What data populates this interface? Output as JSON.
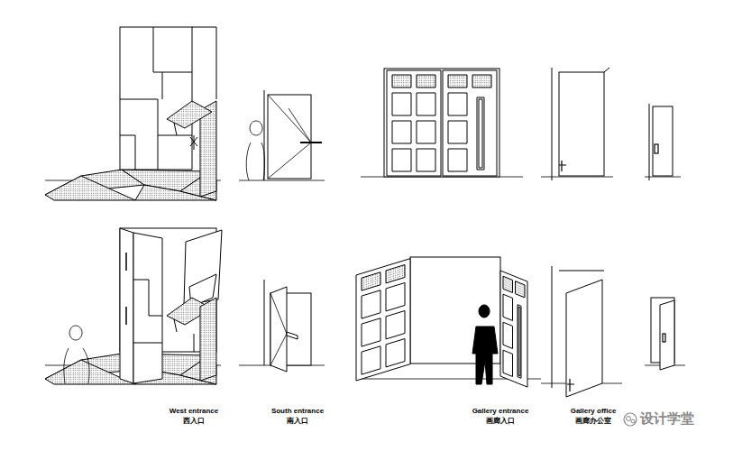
{
  "diagram": {
    "labels": [
      "West entrance",
      "西入口",
      "South entrance",
      "南入口",
      "Gallery entrance",
      "画廊入口",
      "Gallery office",
      "画廊办公室",
      "设计学堂"
    ]
  }
}
